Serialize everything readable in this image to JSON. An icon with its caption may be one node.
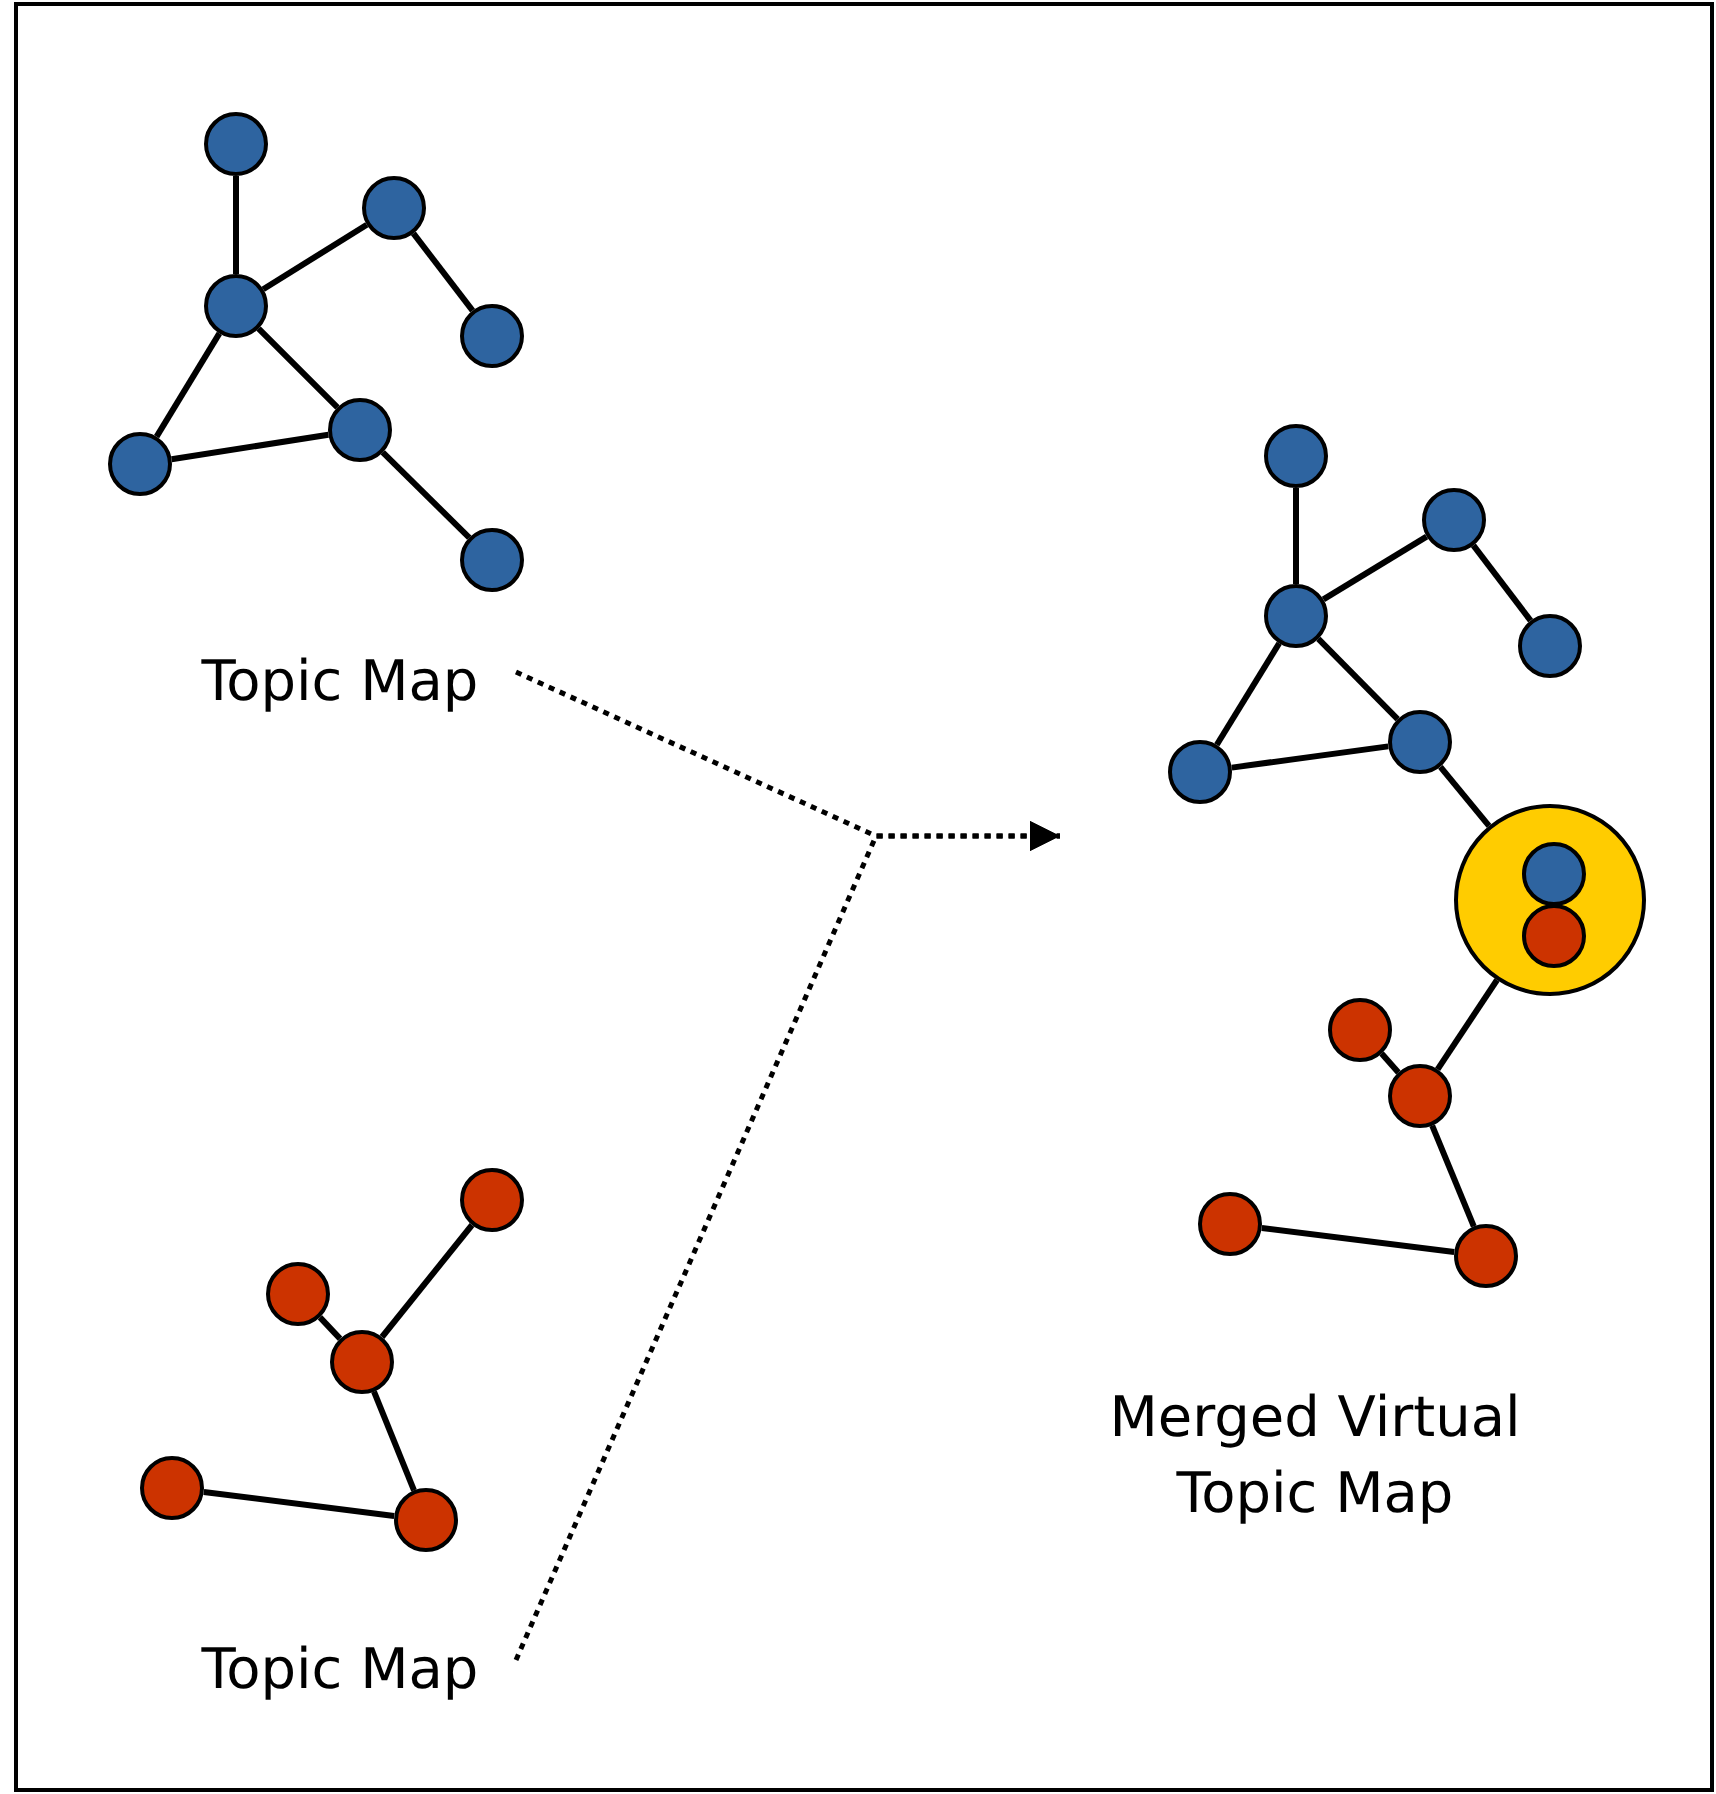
{
  "diagram": {
    "nodes": [
      {
        "text": [],
        "shape": "circle"
      },
      {
        "text": [],
        "shape": "circle"
      },
      {
        "text": [],
        "shape": "circle"
      },
      {
        "text": [],
        "shape": "circle"
      },
      {
        "text": [],
        "shape": "circle"
      },
      {
        "text": [],
        "shape": "circle"
      },
      {
        "text": [],
        "shape": "circle"
      },
      {
        "text": [
          "Topic Map"
        ]
      },
      {
        "text": [],
        "shape": "circle"
      },
      {
        "text": [],
        "shape": "circle"
      },
      {
        "text": [],
        "shape": "circle"
      },
      {
        "text": [],
        "shape": "circle"
      },
      {
        "text": [],
        "shape": "circle"
      },
      {
        "text": [
          "Topic Map"
        ]
      },
      {
        "text": [],
        "shape": "circle"
      },
      {
        "text": [],
        "shape": "circle"
      },
      {
        "text": [],
        "shape": "circle"
      },
      {
        "text": [],
        "shape": "circle"
      },
      {
        "text": [],
        "shape": "circle"
      },
      {
        "text": [],
        "shape": "circle"
      },
      {
        "text": [],
        "shape": "circle"
      },
      {
        "text": [],
        "shape": "circle",
        "in": 20
      },
      {
        "text": [],
        "shape": "circle",
        "in": 20
      },
      {
        "text": [],
        "shape": "circle"
      },
      {
        "text": [],
        "shape": "circle"
      },
      {
        "text": [],
        "shape": "circle"
      },
      {
        "text": [],
        "shape": "circle"
      },
      {
        "text": [
          "Merged Virtual Topic Map"
        ]
      }
    ],
    "edges": [
      {
        "from": 0,
        "to": 2,
        "arrow": "none"
      },
      {
        "from": 2,
        "to": 1,
        "arrow": "none"
      },
      {
        "from": 1,
        "to": 3,
        "arrow": "none"
      },
      {
        "from": 2,
        "to": 4,
        "arrow": "none"
      },
      {
        "from": 2,
        "to": 5,
        "arrow": "none"
      },
      {
        "from": 5,
        "to": 4,
        "arrow": "none"
      },
      {
        "from": 4,
        "to": 6,
        "arrow": "none"
      },
      {
        "from": 8,
        "to": 10,
        "arrow": "none"
      },
      {
        "from": 9,
        "to": 10,
        "arrow": "none"
      },
      {
        "from": 10,
        "to": 12,
        "arrow": "none"
      },
      {
        "from": 11,
        "to": 12,
        "arrow": "none"
      },
      {
        "from": 14,
        "to": 16,
        "arrow": "none"
      },
      {
        "from": 16,
        "to": 15,
        "arrow": "none"
      },
      {
        "from": 15,
        "to": 17,
        "arrow": "none"
      },
      {
        "from": 16,
        "to": 18,
        "arrow": "none"
      },
      {
        "from": 16,
        "to": 19,
        "arrow": "none"
      },
      {
        "from": 19,
        "to": 18,
        "arrow": "none"
      },
      {
        "from": 18,
        "to": 20,
        "arrow": "none"
      },
      {
        "from": 20,
        "to": 24,
        "arrow": "none"
      },
      {
        "from": 23,
        "to": 24,
        "arrow": "none"
      },
      {
        "from": 24,
        "to": 26,
        "arrow": "none"
      },
      {
        "from": 25,
        "to": 26,
        "arrow": "none"
      },
      {
        "from": 7,
        "to": null,
        "arrow": "to",
        "style": "dashed"
      },
      {
        "from": 13,
        "to": null,
        "arrow": "to",
        "style": "dashed"
      }
    ]
  }
}
